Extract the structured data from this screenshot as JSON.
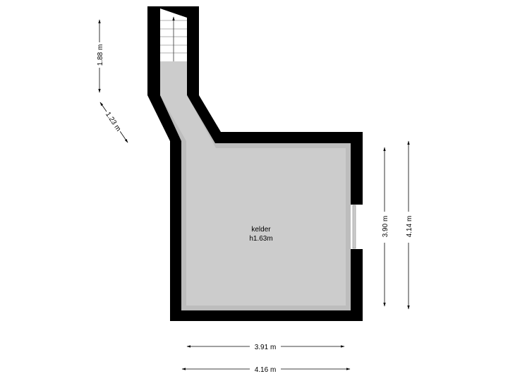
{
  "room": {
    "name": "kelder",
    "height": "h1.63m"
  },
  "dimensions": {
    "stair_length": "1.88 m",
    "corridor_width": "1.23 m",
    "inner_height": "3.90 m",
    "outer_height": "4.14 m",
    "inner_width": "3.91 m",
    "outer_width": "4.16 m"
  },
  "colors": {
    "wall": "#000000",
    "floor": "#cccccc",
    "floor_edge": "#bdbdbd"
  }
}
